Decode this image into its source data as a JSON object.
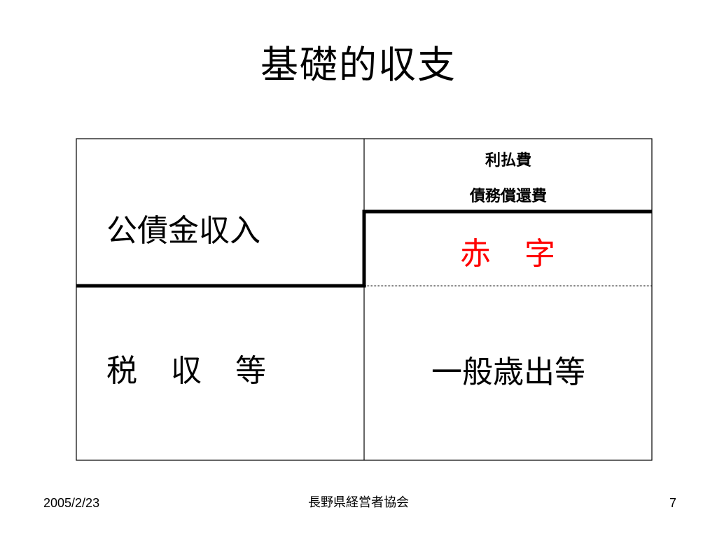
{
  "title": "基礎的収支",
  "diagram": {
    "revenue": {
      "upper": "公債金収入",
      "lower": "税　収　等"
    },
    "expenditure": {
      "small_line_1": "利払費",
      "small_line_2": "債務償還費",
      "deficit": "赤　字",
      "lower": "一般歳出等"
    }
  },
  "colors": {
    "deficit_text": "#ff0000",
    "lines": "#000000",
    "background": "#ffffff"
  },
  "footer": {
    "date": "2005/2/23",
    "organization": "長野県経営者協会",
    "page": "7"
  }
}
